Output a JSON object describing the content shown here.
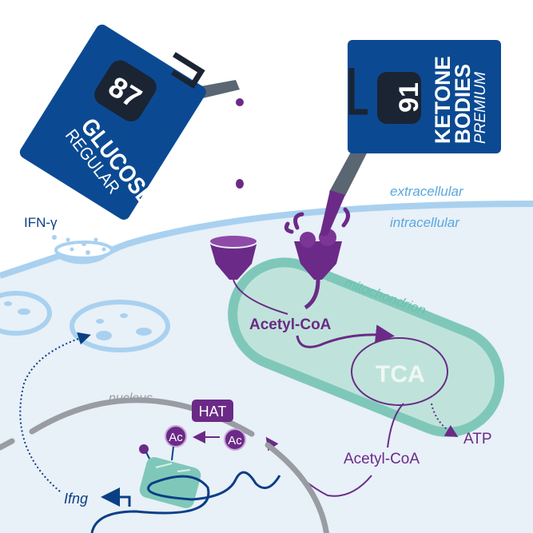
{
  "colors": {
    "can_blue": "#0b4a92",
    "label_dark": "#1a2433",
    "purple": "#6b2a87",
    "membrane": "#a9d1ef",
    "cytoplasm": "#e8f0f8",
    "mito_outer": "#7fc8b9",
    "mito_inner": "#bfe3da",
    "nucleus_grey": "#9a9ca3",
    "text_blue": "#0b3f85",
    "text_lightblue": "#5aa7dd",
    "text_teal": "#6cc1b0"
  },
  "glucose_can": {
    "octane": "87",
    "name": "GLUCOSE",
    "grade": "REGULAR"
  },
  "ketone_can": {
    "octane": "91",
    "name_line1": "KETONE",
    "name_line2": "BODIES",
    "grade": "PREMIUM"
  },
  "labels": {
    "extracellular": "extracellular",
    "intracellular": "intracellular",
    "ifn_gamma": "IFN-γ",
    "mitochondrion": "mitochondrion",
    "acetyl_coa_mito": "Acetyl-CoA",
    "tca": "TCA",
    "atp": "ATP",
    "acetyl_coa_cyto": "Acetyl-CoA",
    "nucleus": "nucleus",
    "hat": "HAT",
    "ac_1": "Ac",
    "ac_2": "Ac",
    "ifng_gene": "Ifng"
  }
}
